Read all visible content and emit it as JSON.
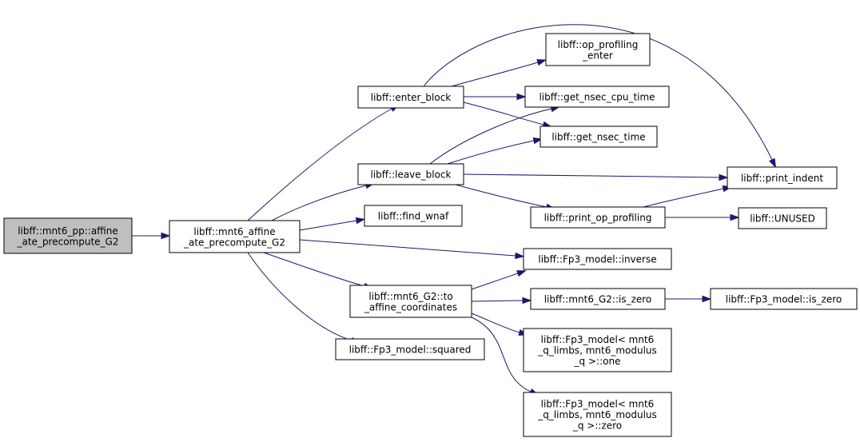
{
  "graph": {
    "nodes": [
      {
        "id": "root",
        "lines": [
          "libff::mnt6_pp::affine",
          "_ate_precompute_G2"
        ],
        "root": true
      },
      {
        "id": "main",
        "lines": [
          "libff::mnt6_affine",
          "_ate_precompute_G2"
        ]
      },
      {
        "id": "enter_block",
        "lines": [
          "libff::enter_block"
        ]
      },
      {
        "id": "leave_block",
        "lines": [
          "libff::leave_block"
        ]
      },
      {
        "id": "find_wnaf",
        "lines": [
          "libff::find_wnaf"
        ]
      },
      {
        "id": "to_affine",
        "lines": [
          "libff::mnt6_G2::to",
          "_affine_coordinates"
        ]
      },
      {
        "id": "squared",
        "lines": [
          "libff::Fp3_model::squared"
        ]
      },
      {
        "id": "op_prof_enter",
        "lines": [
          "libff::op_profiling",
          "_enter"
        ]
      },
      {
        "id": "cpu_time",
        "lines": [
          "libff::get_nsec_cpu_time"
        ]
      },
      {
        "id": "nsec_time",
        "lines": [
          "libff::get_nsec_time"
        ]
      },
      {
        "id": "print_op_prof",
        "lines": [
          "libff::print_op_profiling"
        ]
      },
      {
        "id": "inverse",
        "lines": [
          "libff::Fp3_model::inverse"
        ]
      },
      {
        "id": "g2_is_zero",
        "lines": [
          "libff::mnt6_G2::is_zero"
        ]
      },
      {
        "id": "fp3_one",
        "lines": [
          "libff::Fp3_model< mnt6",
          "_q_limbs, mnt6_modulus",
          "_q >::one"
        ]
      },
      {
        "id": "fp3_zero",
        "lines": [
          "libff::Fp3_model< mnt6",
          "_q_limbs, mnt6_modulus",
          "_q >::zero"
        ]
      },
      {
        "id": "print_indent",
        "lines": [
          "libff::print_indent"
        ]
      },
      {
        "id": "unused",
        "lines": [
          "libff::UNUSED"
        ]
      },
      {
        "id": "fp3_is_zero",
        "lines": [
          "libff::Fp3_model::is_zero"
        ]
      }
    ],
    "edges": [
      {
        "from": "root",
        "to": "main"
      },
      {
        "from": "main",
        "to": "enter_block"
      },
      {
        "from": "main",
        "to": "leave_block"
      },
      {
        "from": "main",
        "to": "find_wnaf"
      },
      {
        "from": "main",
        "to": "inverse"
      },
      {
        "from": "main",
        "to": "to_affine"
      },
      {
        "from": "main",
        "to": "squared"
      },
      {
        "from": "enter_block",
        "to": "op_prof_enter"
      },
      {
        "from": "enter_block",
        "to": "cpu_time"
      },
      {
        "from": "enter_block",
        "to": "nsec_time"
      },
      {
        "from": "enter_block",
        "to": "print_indent"
      },
      {
        "from": "leave_block",
        "to": "cpu_time"
      },
      {
        "from": "leave_block",
        "to": "nsec_time"
      },
      {
        "from": "leave_block",
        "to": "print_indent"
      },
      {
        "from": "leave_block",
        "to": "print_op_prof"
      },
      {
        "from": "print_op_prof",
        "to": "print_indent"
      },
      {
        "from": "print_op_prof",
        "to": "unused"
      },
      {
        "from": "to_affine",
        "to": "inverse"
      },
      {
        "from": "to_affine",
        "to": "g2_is_zero"
      },
      {
        "from": "to_affine",
        "to": "fp3_one"
      },
      {
        "from": "to_affine",
        "to": "fp3_zero"
      },
      {
        "from": "g2_is_zero",
        "to": "fp3_is_zero"
      }
    ],
    "colors": {
      "edge": "#191970",
      "root_fill": "#bfbfbf",
      "node_fill": "#ffffff",
      "border": "#000000"
    }
  }
}
